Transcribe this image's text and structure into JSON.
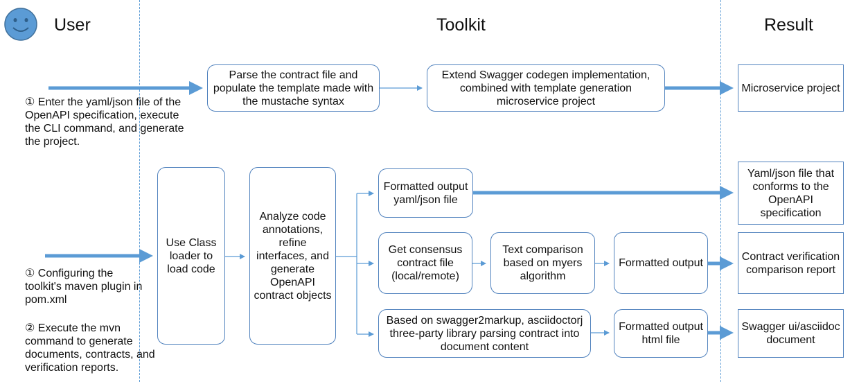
{
  "headers": {
    "user": "User",
    "toolkit": "Toolkit",
    "result": "Result"
  },
  "user_notes": {
    "cli": "① Enter the yaml/json file of the OpenAPI specification, execute the CLI command, and generate the project.",
    "maven_1": "① Configuring the toolkit's maven plugin in pom.xml",
    "maven_2": "② Execute the mvn command to generate documents, contracts, and verification reports."
  },
  "toolkit": {
    "parse_template": "Parse the contract file and populate the template made with the mustache syntax",
    "extend_codegen": "Extend Swagger codegen implementation, combined with template generation microservice project",
    "class_loader": "Use Class loader to load code",
    "analyze": "Analyze code annotations, refine interfaces, and generate OpenAPI contract objects",
    "formatted_yaml": "Formatted output yaml/json file",
    "get_consensus": "Get consensus contract file (local/remote)",
    "text_comparison": "Text comparison based on myers algorithm",
    "formatted_output": "Formatted output",
    "swagger2markup": "Based on swagger2markup, asciidoctorj three-party library parsing contract into document content",
    "formatted_html": "Formatted output html file"
  },
  "results": {
    "microservice": "Microservice project",
    "yaml_conforms": "Yaml/json file that conforms to the OpenAPI specification",
    "contract_report": "Contract verification comparison report",
    "swagger_ui": "Swagger ui/asciidoc document"
  },
  "colors": {
    "accent": "#5b9bd5",
    "border": "#4f81bd",
    "avatar": "#5b9bd5"
  },
  "icons": {
    "avatar": "smiley-face-icon"
  }
}
